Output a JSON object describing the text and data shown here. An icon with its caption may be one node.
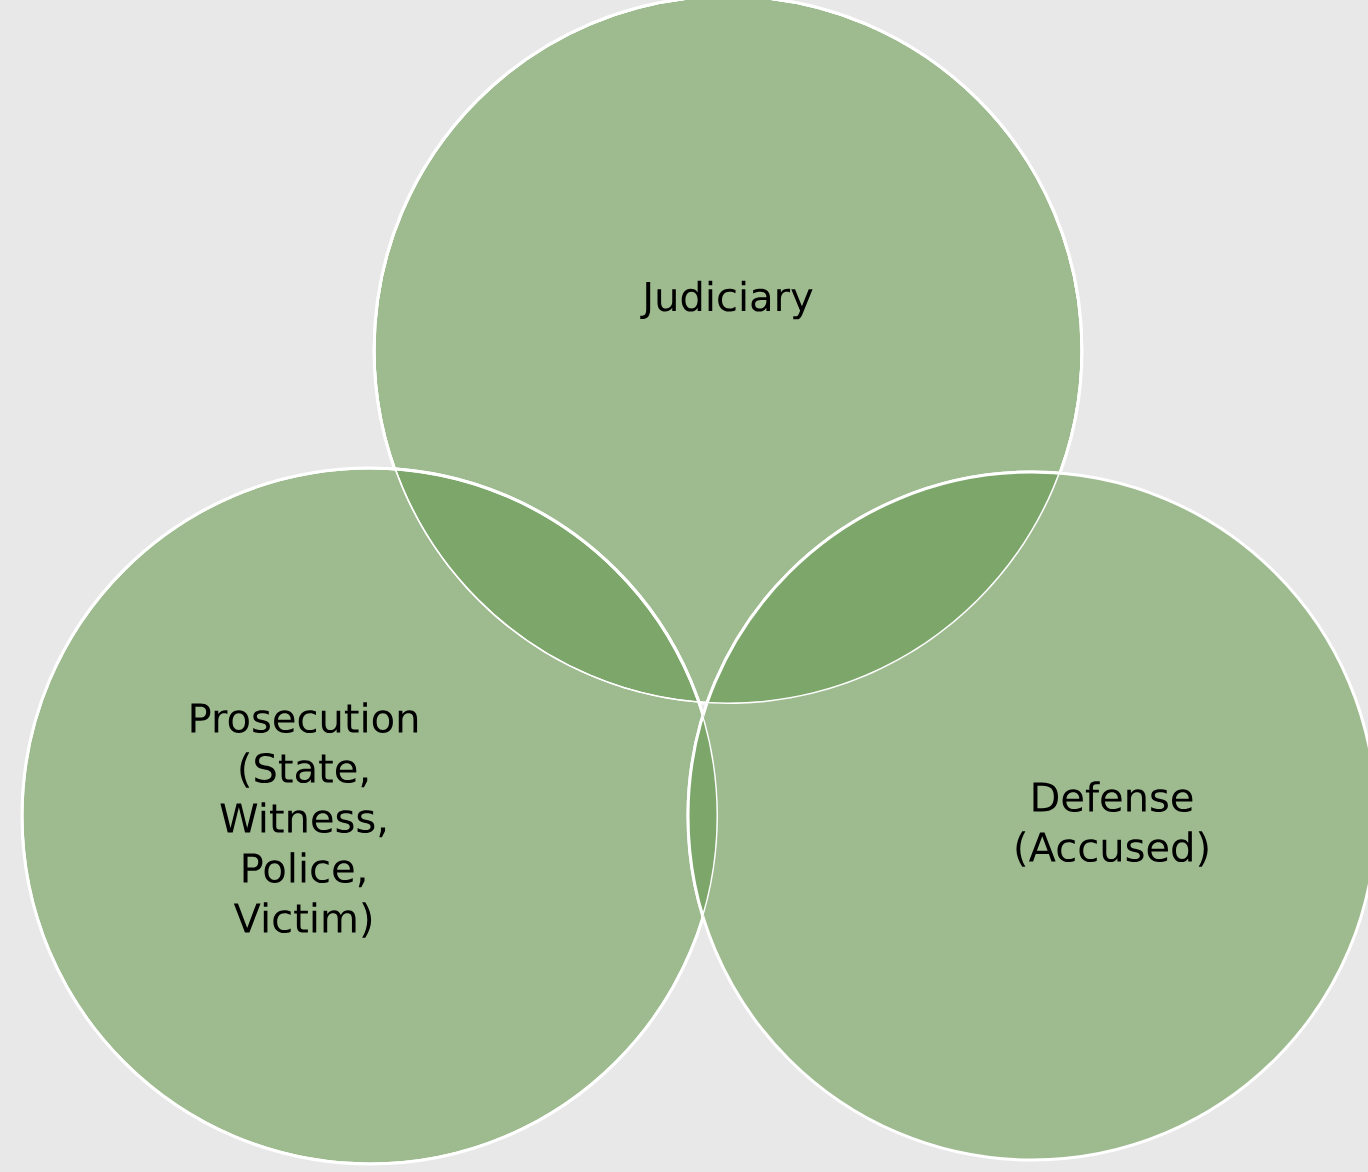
{
  "diagram": {
    "nodes": [
      {
        "text": [
          "Judiciary"
        ]
      },
      {
        "text": [
          "Prosecution (State, Witness, Police, Victim)"
        ]
      },
      {
        "text": [
          "Defense (Accused)"
        ]
      }
    ]
  }
}
